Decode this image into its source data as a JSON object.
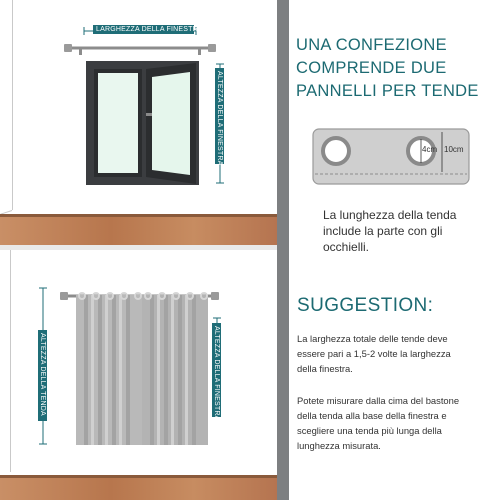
{
  "left_top": {
    "width_label": "LARGHEZZA DELLA FINESTRA",
    "height_label": "ALTEZZA DELLA FINESTRA"
  },
  "left_bottom": {
    "curtain_height_label": "ALTEZZA DELLA TENDA",
    "window_height_label": "ALTEZZA DELLA FINESTRA"
  },
  "right": {
    "headline": [
      "UNA CONFEZIONE",
      "COMPRENDE DUE",
      "PANNELLI PER TENDE"
    ],
    "grommet_inner": "4cm",
    "grommet_outer": "10cm",
    "length_note": [
      "La lunghezza della tenda",
      "include la parte con gli",
      "occhielli."
    ],
    "suggestion_title": "SUGGESTION:",
    "tip1": [
      "La larghezza totale delle tende deve",
      "essere pari a 1,5-2 volte la larghezza",
      "della finestra."
    ],
    "tip2": [
      "Potete misurare dalla cima del bastone",
      "della tenda alla base della finestra e",
      "scegliere una tenda più lunga della",
      "lunghezza misurata."
    ]
  },
  "colors": {
    "accent": "#1f6d77",
    "divider": "#7d7f81",
    "floor": "#b7764d",
    "curtain": "#b9b9b9",
    "window_frame": "#3b3d40",
    "glass": "#e9f7ef"
  }
}
